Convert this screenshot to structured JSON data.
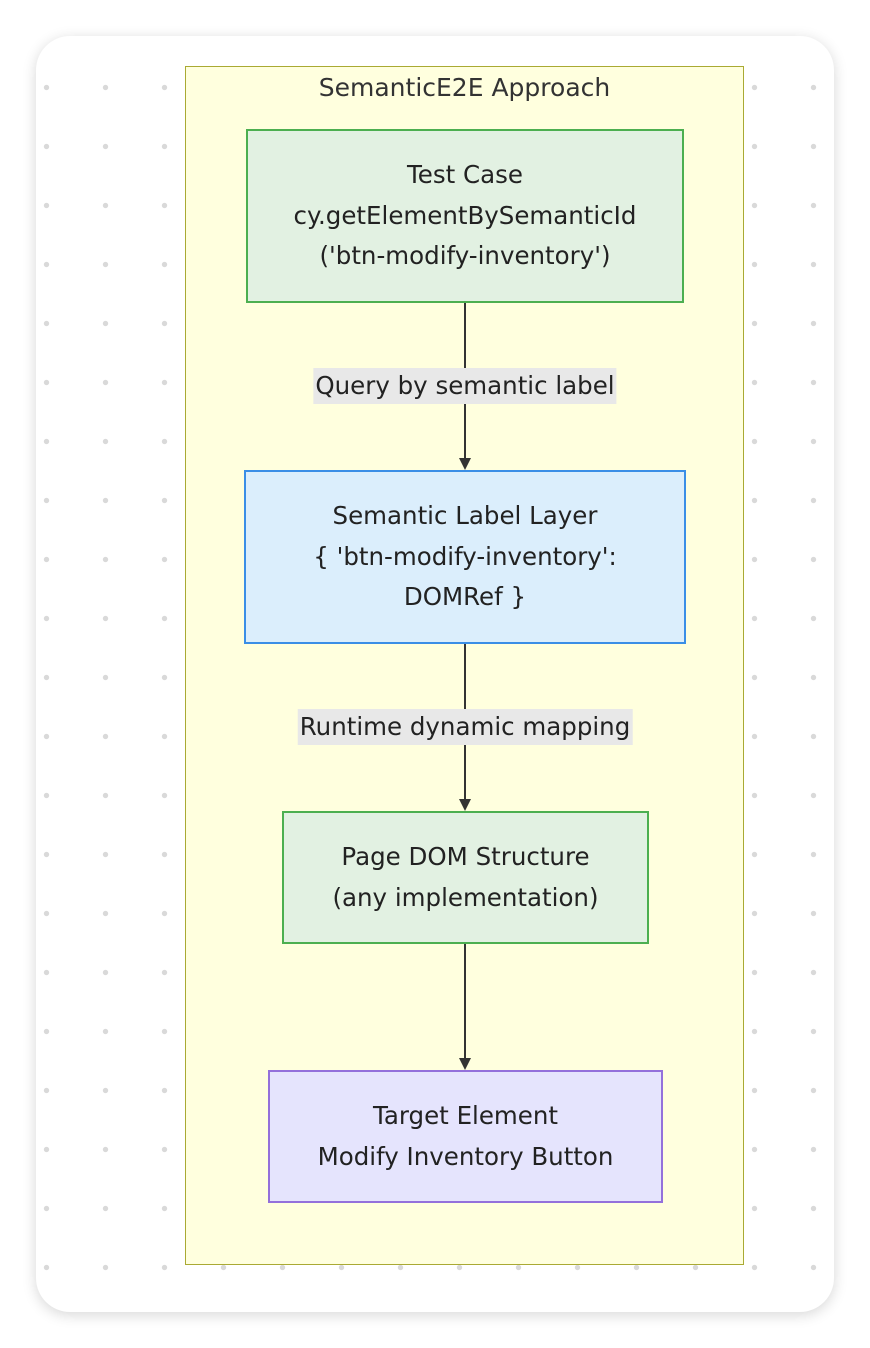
{
  "diagram": {
    "group_title": "SemanticE2E Approach",
    "nodes": [
      {
        "id": "test-case",
        "lines": [
          "Test Case",
          "cy.getElementBySemanticId",
          "('btn-modify-inventory')"
        ]
      },
      {
        "id": "semantic-label-layer",
        "lines": [
          "Semantic Label Layer",
          "{ 'btn-modify-inventory':",
          "DOMRef }"
        ]
      },
      {
        "id": "page-dom-structure",
        "lines": [
          "Page DOM Structure",
          "(any implementation)"
        ]
      },
      {
        "id": "target-element",
        "lines": [
          "Target Element",
          "Modify Inventory Button"
        ]
      }
    ],
    "edges": [
      {
        "from": "test-case",
        "to": "semantic-label-layer",
        "label": "Query by semantic label"
      },
      {
        "from": "semantic-label-layer",
        "to": "page-dom-structure",
        "label": "Runtime dynamic mapping"
      },
      {
        "from": "page-dom-structure",
        "to": "target-element",
        "label": ""
      }
    ],
    "colors": {
      "group_fill": "#ffffde",
      "group_border": "#aaaa33",
      "green_fill": "#e2f1e2",
      "green_border": "#4caf50",
      "blue_fill": "#dbeefc",
      "blue_border": "#3a8ee6",
      "purple_fill": "#e5e4fd",
      "purple_border": "#9370db",
      "edge": "#333333",
      "label_bg": "#e8e8e8"
    }
  }
}
